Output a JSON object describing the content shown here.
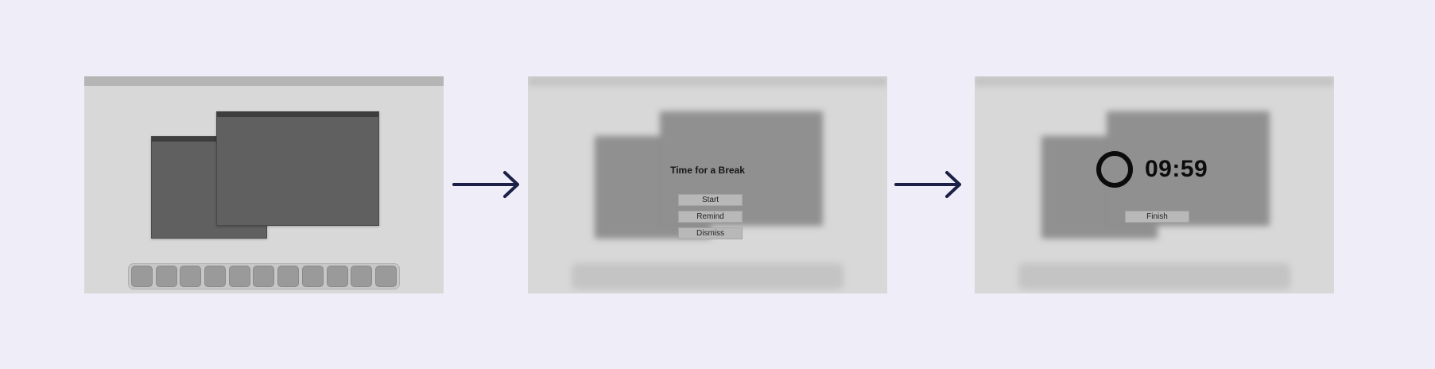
{
  "colors": {
    "background": "#efeef8",
    "arrow": "#1c2046",
    "screen": "#d8d8d8",
    "window": "#606060"
  },
  "steps": [
    {
      "name": "desktop",
      "windows": 2,
      "dock_items": 11
    },
    {
      "name": "break-prompt",
      "title": "Time for a Break",
      "buttons": [
        "Start",
        "Remind",
        "Dismiss"
      ]
    },
    {
      "name": "timer",
      "timer_value": "09:59",
      "timer_icon": "ring-icon",
      "button": "Finish"
    }
  ],
  "connectors": [
    "arrow-right-icon",
    "arrow-right-icon"
  ]
}
